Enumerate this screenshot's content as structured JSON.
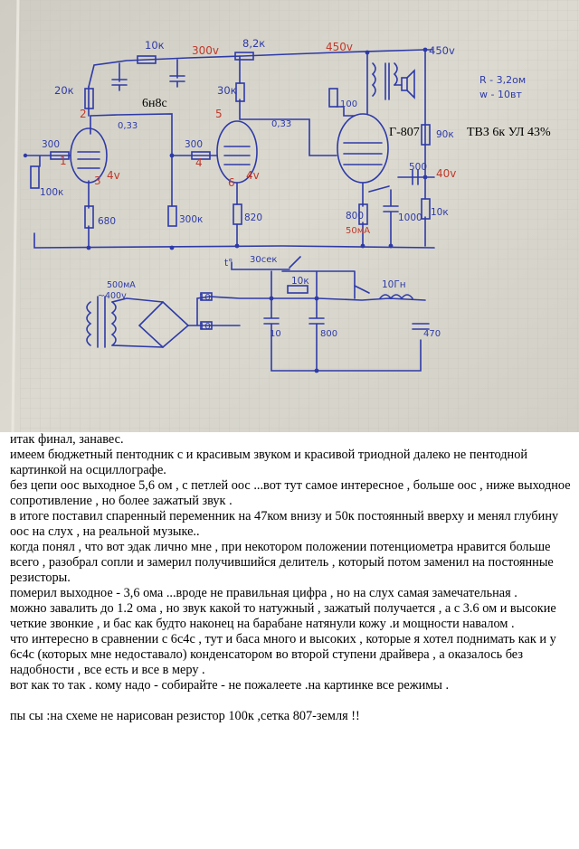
{
  "photo": {
    "colors": {
      "paper": "#d9d7cd",
      "grid": "#c6c4ba",
      "ink": "#2e3aa8",
      "red": "#c0392b"
    },
    "labels": {
      "r10k": "10к",
      "v300": "300v",
      "r8k2": "8,2к",
      "v450": "450v",
      "v450out": "450v",
      "r20k": "20к",
      "tube1": "6н8с",
      "r30k": "30к",
      "spec1": "R - 3,2ом",
      "spec2": "w - 10вт",
      "r100": "100",
      "pin2": "2",
      "pin5": "5",
      "c033a": "0,33",
      "c033b": "0,33",
      "tube3": "Г-807",
      "r90k": "90к",
      "tvz": "ТВЗ 6к УЛ 43%",
      "r300a": "300",
      "r300b": "300",
      "pin1": "1",
      "pin4": "4",
      "pin3": "3",
      "pin6": "6",
      "v4a": "4v",
      "v4b": "4v",
      "c500": "500",
      "v40": "40v",
      "r100k": "100к",
      "r680": "680",
      "r300k": "300к",
      "r820": "820",
      "r800": "800",
      "c1000": "1000",
      "r10k3": "10к",
      "i50": "50мА",
      "t30s": "t°",
      "delay": "30сек",
      "i500": "500мА",
      "u400": "~400v",
      "r10a": "10",
      "r10b": "10",
      "r10k2": "10к",
      "choke": "10Гн",
      "c10": "10",
      "c800": "800",
      "c470": "470"
    }
  },
  "post": {
    "paragraphs": [
      "итак финал, занавес.",
      "имеем бюджетный пентодник с и красивым звуком и красивой триодной далеко не пентодной картинкой на осциллографе.",
      "без цепи оос выходное 5,6 ом , с петлей оос ...вот тут самое интересное , больше оос , ниже выходное сопротивление , но более зажатый звук .",
      "в итоге поставил спаренный переменник на 47ком внизу и 50к постоянный вверху и менял глубину оос на слух , на реальной музыке..",
      "когда понял , что вот эдак лично мне , при некотором положении потенциометра нравится больше всего , разобрал сопли и замерил получившийся делитель , который потом заменил на постоянные резисторы.",
      "померил выходное - 3,6 ома ...вроде не правильная цифра , но на слух самая замечательная .",
      "можно завалить до 1.2 ома , но звук какой то натужный , зажатый получается , а с 3.6 ом и высокие четкие звонкие , и бас как будто наконец на барабане натянули кожу .и мощности навалом .",
      "что интересно в сравнении с 6с4с , тут и баса много и высоких , которые я хотел поднимать как и у 6с4с (которых мне недоставало) конденсатором во второй ступени драйвера , а оказалось без надобности , все есть и все в меру .",
      "вот как то так . кому надо - собирайте - не пожалеете .на картинке все режимы ."
    ],
    "ps": "пы сы :на схеме не нарисован резистор 100к ,сетка 807-земля !!"
  }
}
